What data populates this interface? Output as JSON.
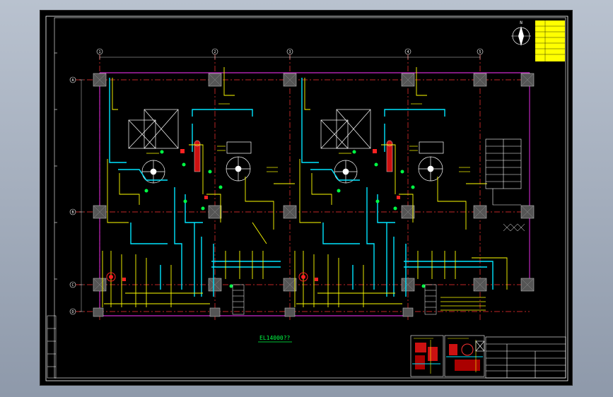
{
  "drawing": {
    "elevation_label": "EL14000??",
    "north_label": "N",
    "grid_labels": {
      "columns": [
        "1",
        "2",
        "3",
        "4",
        "5"
      ],
      "rows": [
        "A",
        "B",
        "C",
        "D"
      ]
    }
  },
  "colors": {
    "background": "#000000",
    "border": "#ffffff",
    "grid": "#ff3333",
    "pipe_cyan": "#00e5ff",
    "pipe_yellow": "#ffff00",
    "equipment": "#ffffff",
    "green": "#00ff44",
    "magenta": "#ff33ff"
  }
}
